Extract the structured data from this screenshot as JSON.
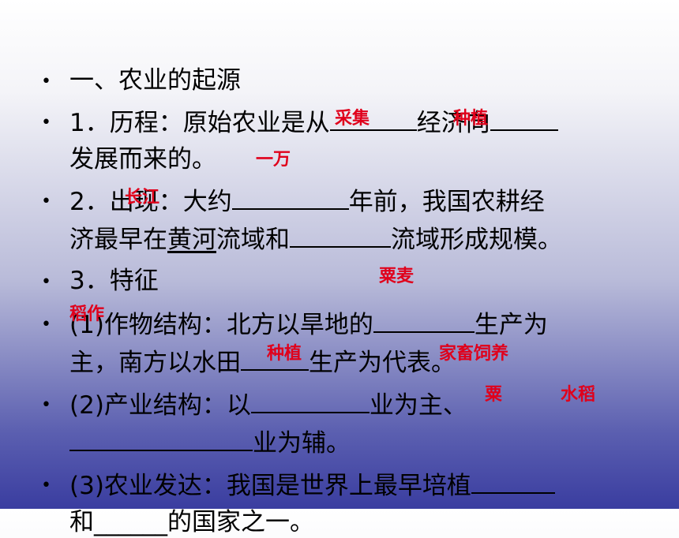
{
  "heading": "一、农业的起源",
  "item1": {
    "line1_a": "1．历程：原始农业是从",
    "line1_b": "经济向",
    "line2": "发展而来的。"
  },
  "item2": {
    "line1_a": "2．出现：大约",
    "line1_b": "年前，我国农耕经",
    "line2_a": "济最早在",
    "line2_ul": "黄河",
    "line2_b": "流域和",
    "line2_c": "流域形成规模。"
  },
  "item3": "3．特征",
  "item4": {
    "line1_a": "(1)作物结构：北方以旱地的",
    "line1_b": "生产为",
    "line2_a": "主，南方以水田",
    "line2_b": "生产为代表。"
  },
  "item5": {
    "line1_a": "(2)产业结构：以",
    "line1_b": "业为主、",
    "line2": "业为辅。"
  },
  "item6": {
    "line1": "(3)农业发达：我国是世界上最早培植",
    "line2": "和______的国家之一。"
  },
  "answers": {
    "caiji": "采集",
    "zhongzhi1": "种植",
    "yiwan": "一万",
    "changjiang": "长江",
    "sumai": "粟麦",
    "daozuo": "稻作",
    "zhongzhi2": "种植",
    "jiachu": "家畜饲养",
    "su": "粟",
    "shuidao": "水稻"
  }
}
